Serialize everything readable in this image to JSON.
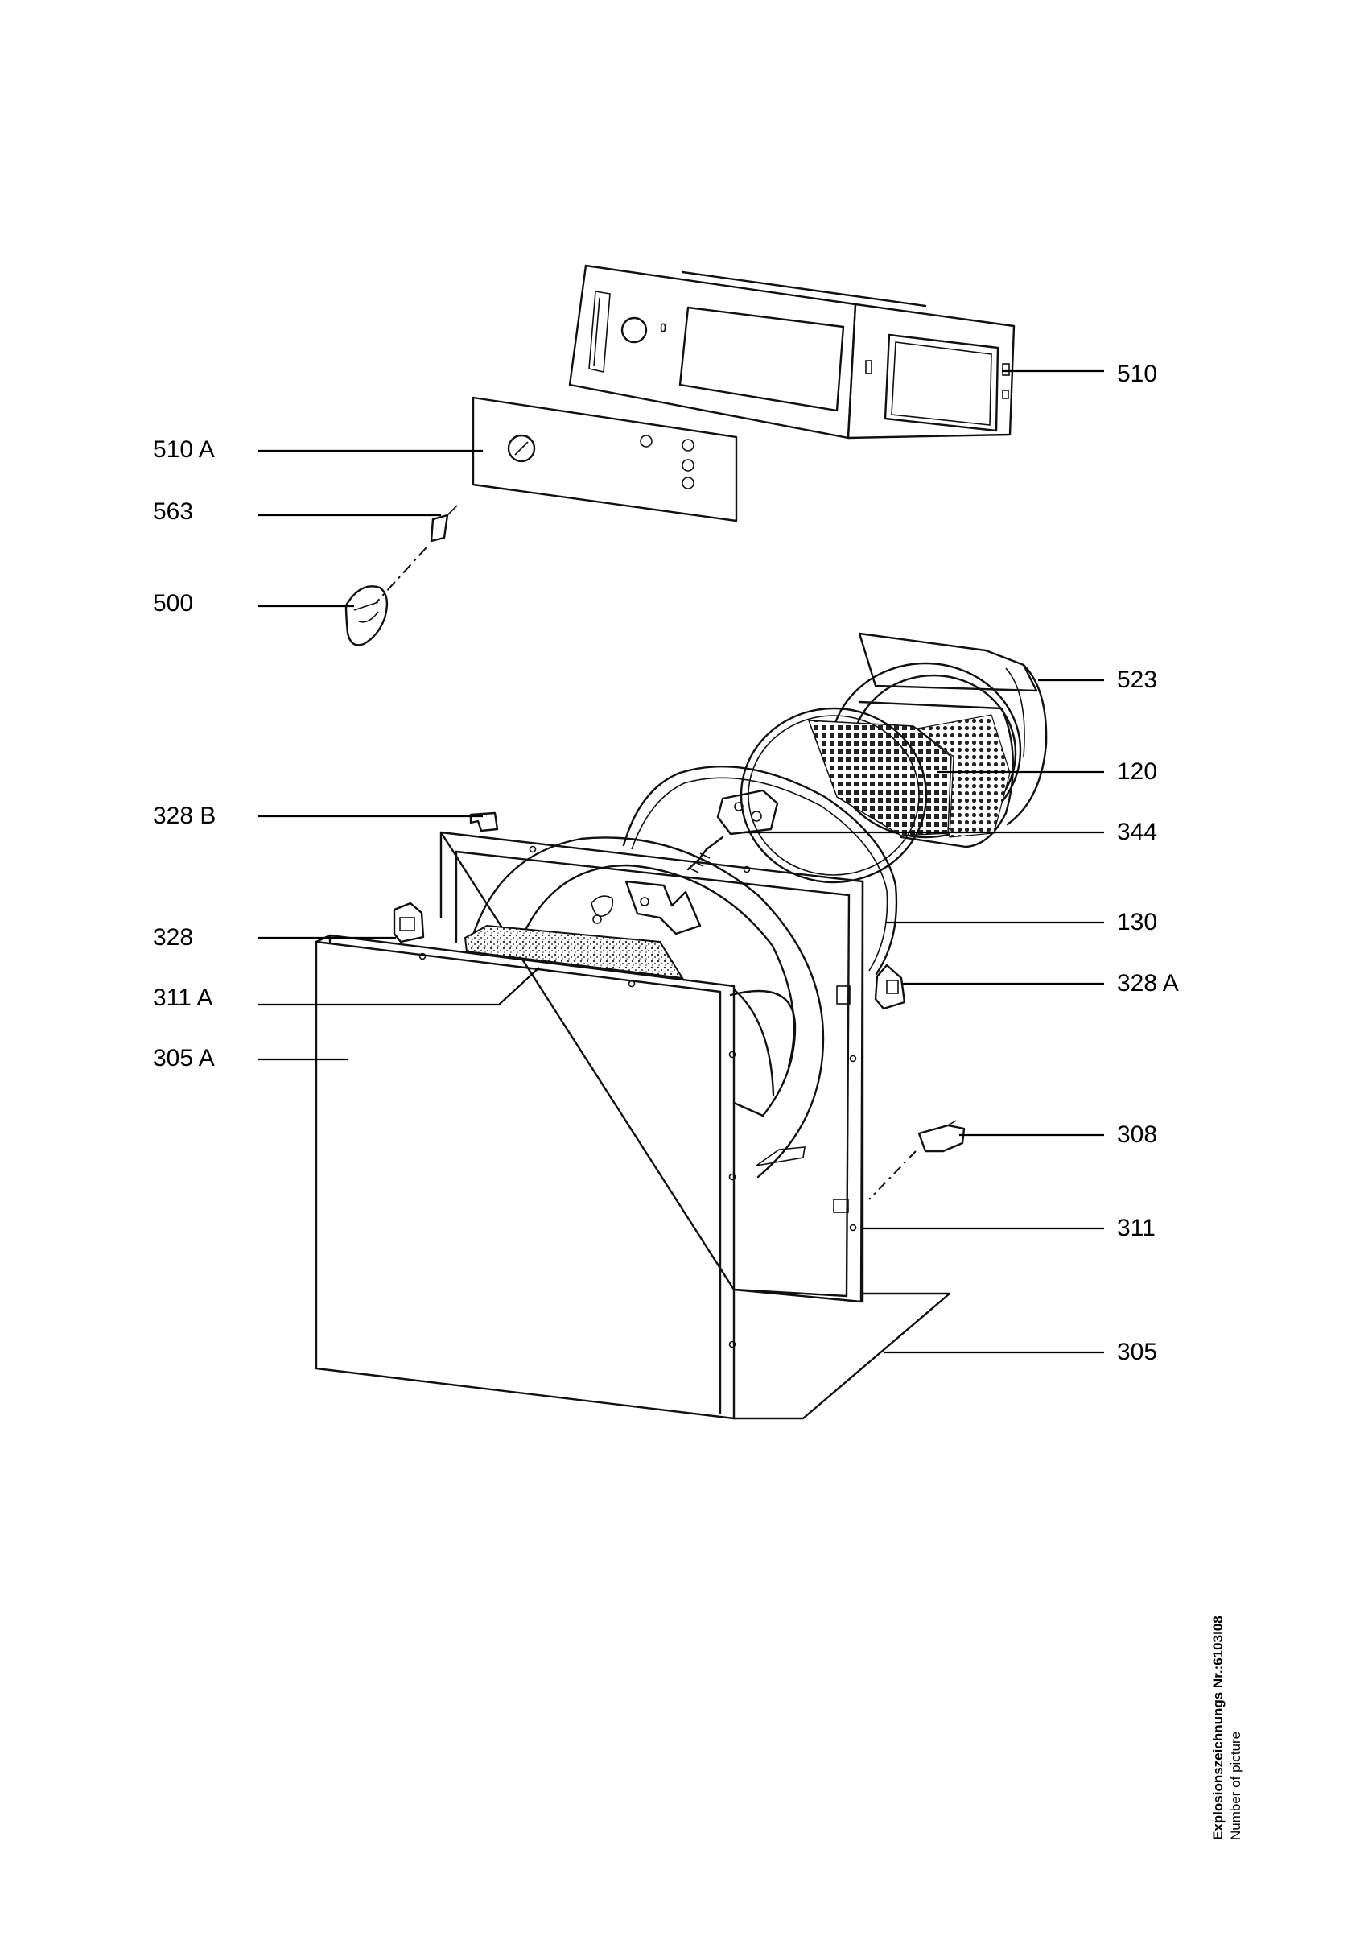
{
  "callouts_left": [
    {
      "id": "510A",
      "text": "510 A"
    },
    {
      "id": "563",
      "text": "563"
    },
    {
      "id": "500",
      "text": "500"
    },
    {
      "id": "328B",
      "text": "328 B"
    },
    {
      "id": "328",
      "text": "328"
    },
    {
      "id": "311A",
      "text": "311 A"
    },
    {
      "id": "305A",
      "text": "305 A"
    }
  ],
  "callouts_right": [
    {
      "id": "510",
      "text": "510"
    },
    {
      "id": "523",
      "text": "523"
    },
    {
      "id": "120",
      "text": "120"
    },
    {
      "id": "344",
      "text": "344"
    },
    {
      "id": "130",
      "text": "130"
    },
    {
      "id": "328A",
      "text": "328 A"
    },
    {
      "id": "308",
      "text": "308"
    },
    {
      "id": "311",
      "text": "311"
    },
    {
      "id": "305",
      "text": "305"
    }
  ],
  "side_note": {
    "line1": "Explosionszeichnungs Nr.:6103I08",
    "line2": "Number of picture"
  }
}
